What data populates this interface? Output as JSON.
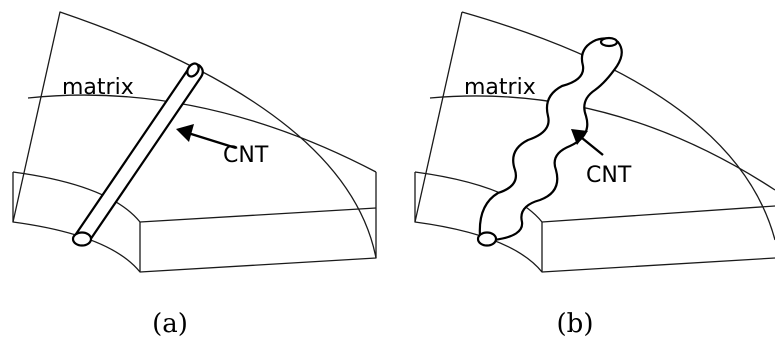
{
  "panel_a": {
    "matrix_label": "matrix",
    "cnt_label": "CNT",
    "caption": "(a)"
  },
  "panel_b": {
    "matrix_label": "matrix",
    "cnt_label": "CNT",
    "caption": "(b)"
  }
}
